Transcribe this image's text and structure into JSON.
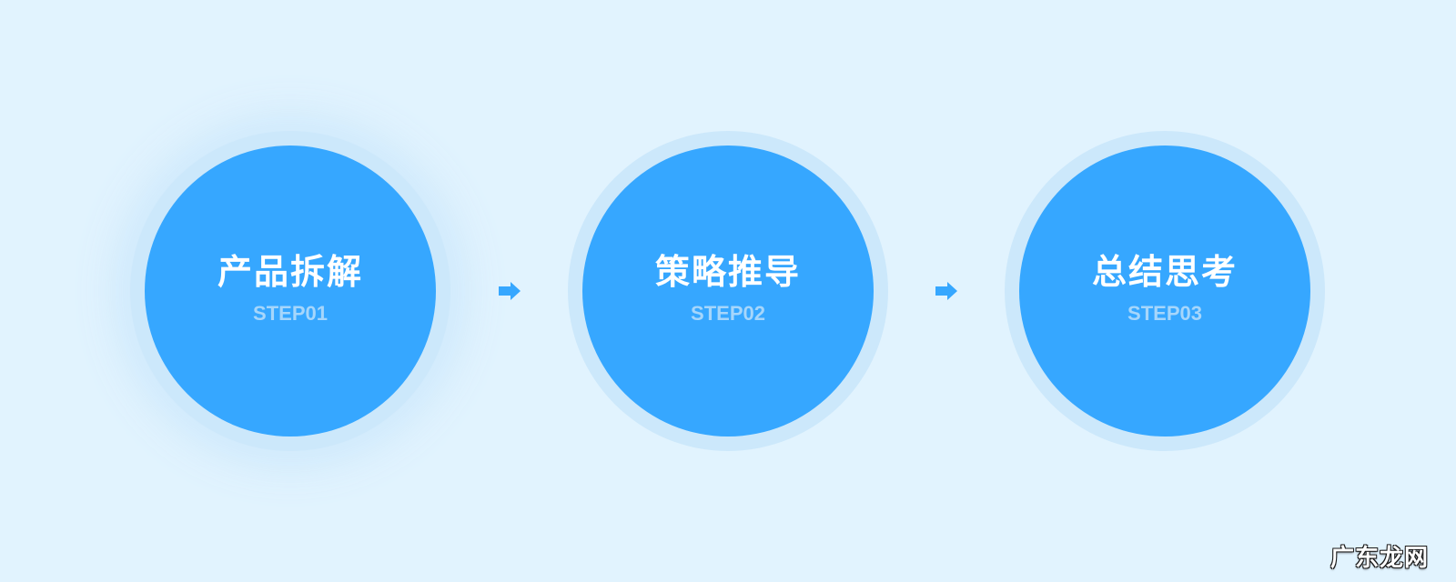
{
  "colors": {
    "background": "#e1f3fe",
    "ring": "#cce8fb",
    "circle": "#36a7ff",
    "title_text": "#ffffff",
    "step_text": "#a6d6fb",
    "arrow": "#36a7ff"
  },
  "steps": [
    {
      "title": "产品拆解",
      "label": "STEP01"
    },
    {
      "title": "策略推导",
      "label": "STEP02"
    },
    {
      "title": "总结思考",
      "label": "STEP03"
    }
  ],
  "connectors": [
    "right-arrow-icon",
    "right-arrow-icon"
  ],
  "watermark": "广东龙网"
}
